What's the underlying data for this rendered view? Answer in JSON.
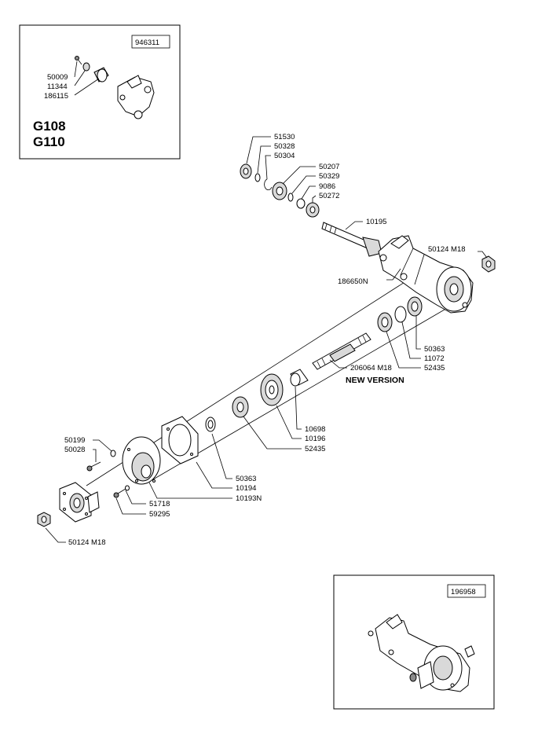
{
  "inset_top": {
    "kit_code": "946311",
    "parts": [
      "50009",
      "11344",
      "186115"
    ],
    "models": [
      "G108",
      "G110"
    ]
  },
  "inset_bottom": {
    "kit_code": "196958"
  },
  "labels": {
    "p51530": "51530",
    "p50328": "50328",
    "p50304": "50304",
    "p50207": "50207",
    "p50329": "50329",
    "p9086": "9086",
    "p50272": "50272",
    "p10195": "10195",
    "p50124_top": "50124  M18",
    "p186650N": "186650N",
    "p50363_r": "50363",
    "p11072": "11072",
    "p52435_r": "52435",
    "p206064": "206064  M18",
    "new_version": "NEW VERSION",
    "p10698": "10698",
    "p10196": "10196",
    "p52435_m": "52435",
    "p50199": "50199",
    "p50028": "50028",
    "p50363_l": "50363",
    "p10194": "10194",
    "p10193N": "10193N",
    "p51718": "51718",
    "p59295": "59295",
    "p50124_bottom": "50124  M18"
  }
}
